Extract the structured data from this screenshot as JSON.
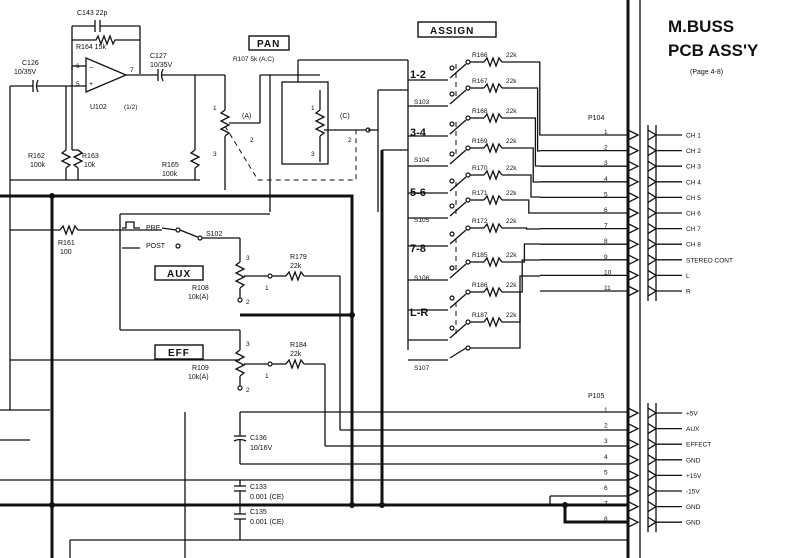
{
  "title": {
    "line1": "M.BUSS",
    "line2": "PCB ASS'Y",
    "ref": "(Page 4-8)"
  },
  "labels": {
    "pan": "PAN",
    "assign": "ASSIGN",
    "aux": "AUX",
    "eff": "EFF",
    "pre": "PRE",
    "post": "POST",
    "pan_a": "(A)",
    "pan_c": "(C)"
  },
  "components": {
    "c143": "C143 22p",
    "r164": "R164 15k",
    "c126_a": "C126",
    "c126_b": "10/35V",
    "c127_a": "C127",
    "c127_b": "10/35V",
    "u102": "U102",
    "u102_half": "(1/2)",
    "r107": "R107 5k (A,C)",
    "r162_a": "R162",
    "r162_b": "100k",
    "r163_a": "R163",
    "r163_b": "10k",
    "r165_a": "R165",
    "r165_b": "100k",
    "r161_a": "R161",
    "r161_b": "100",
    "s102": "S102",
    "r108_a": "R108",
    "r108_b": "10k(A)",
    "r109_a": "R109",
    "r109_b": "10k(A)",
    "r179_a": "R179",
    "r179_b": "22k",
    "r184_a": "R184",
    "r184_b": "22k",
    "c136_a": "C136",
    "c136_b": "10/16V",
    "c133_a": "C133",
    "c133_b": "0.001 (CE)",
    "c135_a": "C135",
    "c135_b": "0.001 (CE)"
  },
  "assign_groups": [
    {
      "label": "1-2",
      "switch": "S103"
    },
    {
      "label": "3-4",
      "switch": "S104"
    },
    {
      "label": "5-6",
      "switch": "S105"
    },
    {
      "label": "7-8",
      "switch": "S106"
    },
    {
      "label": "L-R",
      "switch": "S107"
    }
  ],
  "assign_resistors": [
    {
      "name": "R166",
      "value": "22k"
    },
    {
      "name": "R167",
      "value": "22k"
    },
    {
      "name": "R168",
      "value": "22k"
    },
    {
      "name": "R169",
      "value": "22k"
    },
    {
      "name": "R170",
      "value": "22k"
    },
    {
      "name": "R171",
      "value": "22k"
    },
    {
      "name": "R172",
      "value": "22k"
    },
    {
      "name": "R185",
      "value": "22k"
    },
    {
      "name": "R186",
      "value": "22k"
    },
    {
      "name": "R187",
      "value": "22k"
    }
  ],
  "p104": {
    "name": "P104",
    "pins": [
      {
        "pin": "1",
        "signal": "CH 1"
      },
      {
        "pin": "2",
        "signal": "CH 2"
      },
      {
        "pin": "3",
        "signal": "CH 3"
      },
      {
        "pin": "4",
        "signal": "CH 4"
      },
      {
        "pin": "5",
        "signal": "CH 5"
      },
      {
        "pin": "6",
        "signal": "CH 6"
      },
      {
        "pin": "7",
        "signal": "CH 7"
      },
      {
        "pin": "8",
        "signal": "CH 8"
      },
      {
        "pin": "9",
        "signal": "STEREO CONT"
      },
      {
        "pin": "10",
        "signal": "L"
      },
      {
        "pin": "11",
        "signal": "R"
      }
    ]
  },
  "p105": {
    "name": "P105",
    "pins": [
      {
        "pin": "1",
        "signal": "+5V"
      },
      {
        "pin": "2",
        "signal": "AUX"
      },
      {
        "pin": "3",
        "signal": "EFFECT"
      },
      {
        "pin": "4",
        "signal": "GND"
      },
      {
        "pin": "5",
        "signal": "+15V"
      },
      {
        "pin": "6",
        "signal": "-15V"
      },
      {
        "pin": "7",
        "signal": "GND"
      },
      {
        "pin": "8",
        "signal": "GND"
      }
    ]
  },
  "pin_numbers": {
    "one": "1",
    "two": "2",
    "three": "3",
    "five": "5",
    "six": "6",
    "seven": "7"
  }
}
